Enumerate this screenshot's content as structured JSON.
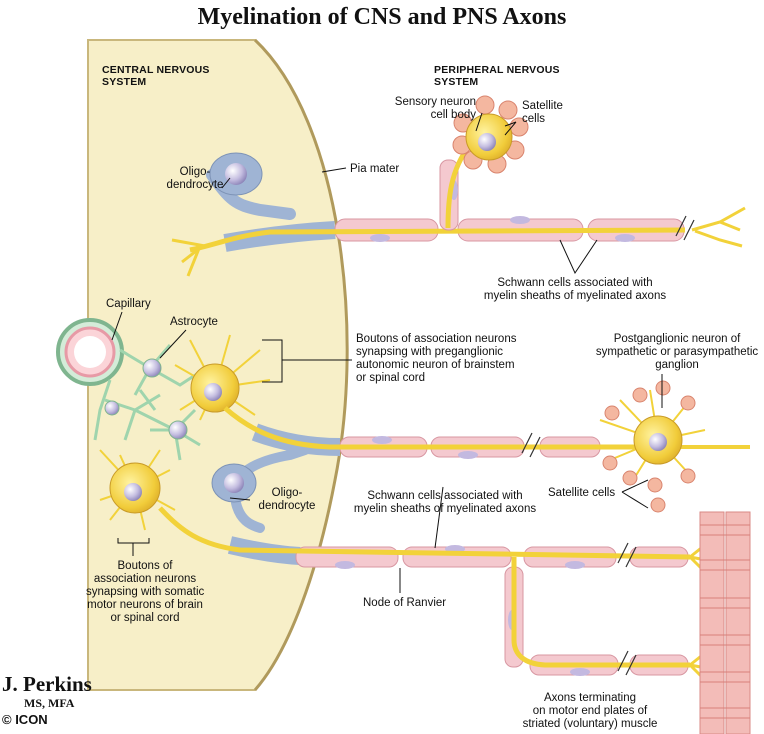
{
  "title": "Myelination of CNS and PNS Axons",
  "labels": {
    "cns": [
      "CENTRAL NERVOUS",
      "SYSTEM"
    ],
    "pns": [
      "PERIPHERAL NERVOUS",
      "SYSTEM"
    ],
    "sensory_neuron": [
      "Sensory neuron",
      "cell body"
    ],
    "satellite_top": [
      "Satellite",
      "cells"
    ],
    "oligo_top": [
      "Oligo-",
      "dendrocyte"
    ],
    "pia_mater": "Pia mater",
    "schwann_top": [
      "Schwann cells associated with",
      "myelin sheaths of myelinated axons"
    ],
    "capillary": "Capillary",
    "astrocyte": "Astrocyte",
    "boutons_auto": [
      "Boutons of association neurons",
      "synapsing with preganglionic",
      "autonomic neuron of brainstem",
      "or spinal cord"
    ],
    "postganglionic": [
      "Postganglionic neuron of",
      "sympathetic or parasympathetic",
      "ganglion"
    ],
    "oligo_mid": [
      "Oligo-",
      "dendrocyte"
    ],
    "schwann_mid": [
      "Schwann cells associated with",
      "myelin sheaths of myelinated axons"
    ],
    "satellite_mid": "Satellite cells",
    "boutons_motor": [
      "Boutons of",
      "association neurons",
      "synapsing with somatic",
      "motor neurons of brain",
      "or spinal cord"
    ],
    "node_ranvier": "Node of Ranvier",
    "axons_term": [
      "Axons terminating",
      "on motor end plates of",
      "striated (voluntary) muscle"
    ]
  },
  "signature": {
    "name": "J. Perkins",
    "credentials": "MS, MFA",
    "copyright": "© ICON"
  },
  "colors": {
    "cns_tissue": "#f7efc8",
    "myelin": "#f4c9cf",
    "axon": "#f2d23a",
    "oligodendrocyte": "#9fb4d4",
    "nucleus": "#b7b0d6",
    "astrocyte": "#bfe3c8",
    "muscle": "#f0b0ac"
  }
}
